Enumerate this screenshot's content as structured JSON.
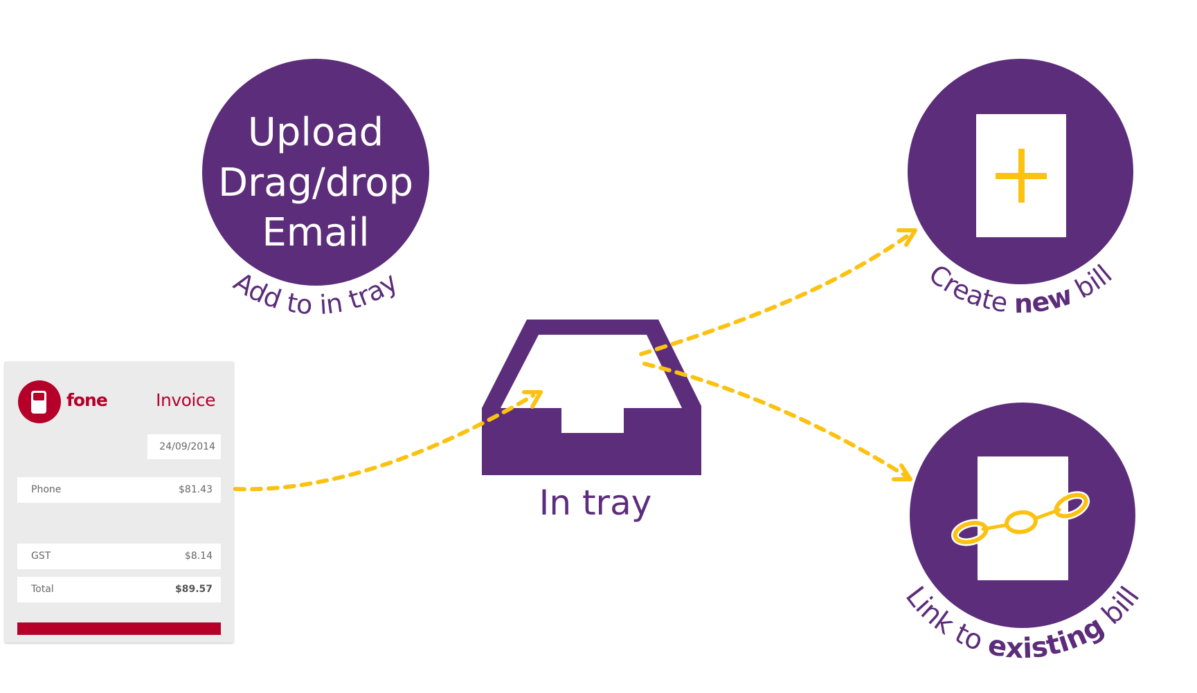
{
  "colors": {
    "purple": "#5c2d7a",
    "yellow": "#fbc212",
    "brand_red": "#b5002a",
    "card_bg": "#ebebeb"
  },
  "upload_node": {
    "lines": [
      "Upload",
      "Drag/drop",
      "Email"
    ],
    "caption": "Add to in tray"
  },
  "in_tray_node": {
    "icon": "inbox-tray-icon",
    "label": "In tray"
  },
  "create_node": {
    "icon": "document-plus-icon",
    "caption_pre": "Create ",
    "caption_bold": "new",
    "caption_post": " bill"
  },
  "link_node": {
    "icon": "document-chain-link-icon",
    "caption_pre": "Link to ",
    "caption_bold": "existing",
    "caption_post": " bill"
  },
  "invoice": {
    "logo_icon": "mobile-phone-icon",
    "brand": "fone",
    "title": "Invoice",
    "date": "24/09/2014",
    "lines": [
      {
        "label": "Phone",
        "value": "$81.43"
      },
      {
        "label": "GST",
        "value": "$8.14"
      },
      {
        "label": "Total",
        "value": "$89.57"
      }
    ]
  },
  "flows": [
    {
      "from": "invoice",
      "to": "in_tray",
      "style": "dashed-arrow"
    },
    {
      "from": "in_tray",
      "to": "create_new_bill",
      "style": "dashed-arrow"
    },
    {
      "from": "in_tray",
      "to": "link_to_existing_bill",
      "style": "dashed-arrow"
    }
  ]
}
